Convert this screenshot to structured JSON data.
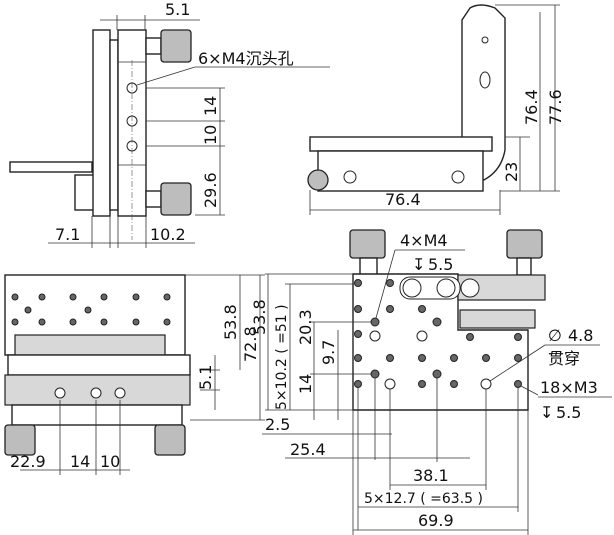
{
  "side_view": {
    "dim_top": "5.1",
    "callout": "6×M4沉头孔",
    "dim_14": "14",
    "dim_10": "10",
    "dim_29_6": "29.6",
    "dim_7_1": "7.1",
    "dim_10_2": "10.2"
  },
  "bracket_view": {
    "dim_width": "76.4",
    "dim_height_inner": "76.4",
    "dim_height_outer": "77.6",
    "dim_23": "23"
  },
  "front_view": {
    "dim_53_8": "53.8",
    "dim_72_8": "72.8",
    "dim_5_1": "5.1",
    "dim_22_9": "22.9",
    "dim_14": "14",
    "dim_10": "10"
  },
  "top_view": {
    "callout_m4": "4×M4",
    "callout_m4_depth": "5.5",
    "callout_thru_dia": "4.8",
    "callout_thru": "贯穿",
    "callout_m3": "18×M3",
    "callout_m3_depth": "5.5",
    "dim_53_8": "53.8",
    "dim_pitch_v": "5×10.2 ( =51 )",
    "dim_20_3": "20.3",
    "dim_9_7": "9.7",
    "dim_14": "14",
    "dim_2_5": "2.5",
    "dim_25_4": "25.4",
    "dim_38_1": "38.1",
    "dim_pitch_h": "5×12.7 ( =63.5 )",
    "dim_69_9": "69.9"
  }
}
